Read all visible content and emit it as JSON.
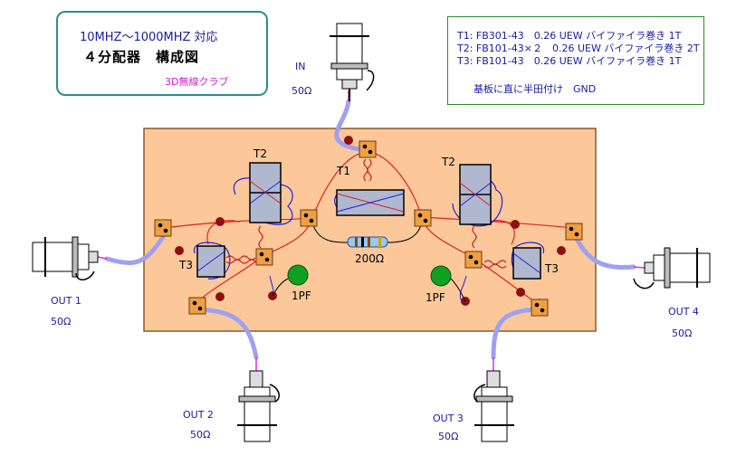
{
  "title_box": {
    "range": "10MHZ～1000MHZ 対応",
    "title": "４分配器　構成図",
    "club": "3D無線クラブ"
  },
  "notes": {
    "t1": "T1: FB301-43　0.26 UEW バイファイラ巻き 1T",
    "t2": "T2: FB101-43×２　0.26 UEW バイファイラ巻き 2T",
    "t3": "T3: FB101-43　0.26 UEW バイファイラ巻き 1T",
    "gnd": "基板に直に半田付け　GND"
  },
  "ports": {
    "in": {
      "name": "IN",
      "imp": "50Ω"
    },
    "out1": {
      "name": "OUT 1",
      "imp": "50Ω"
    },
    "out2": {
      "name": "OUT 2",
      "imp": "50Ω"
    },
    "out3": {
      "name": "OUT 3",
      "imp": "50Ω"
    },
    "out4": {
      "name": "OUT 4",
      "imp": "50Ω"
    }
  },
  "components": {
    "t1": "T1",
    "t2_left": "T2",
    "t2_right": "T2",
    "t3_left": "T3",
    "t3_right": "T3",
    "resistor": "200Ω",
    "cap_left": "1PF",
    "cap_right": "1PF"
  },
  "colors": {
    "board": "#fcc89a",
    "board_border": "#8a5a2a",
    "pad": "#f0a040",
    "gnd_dot": "#8b1010",
    "coax": "#a0a0f0",
    "wire_red": "#e02020",
    "wire_blue": "#2020e0",
    "core": "#b0b8d0",
    "cap": "#10a020"
  }
}
